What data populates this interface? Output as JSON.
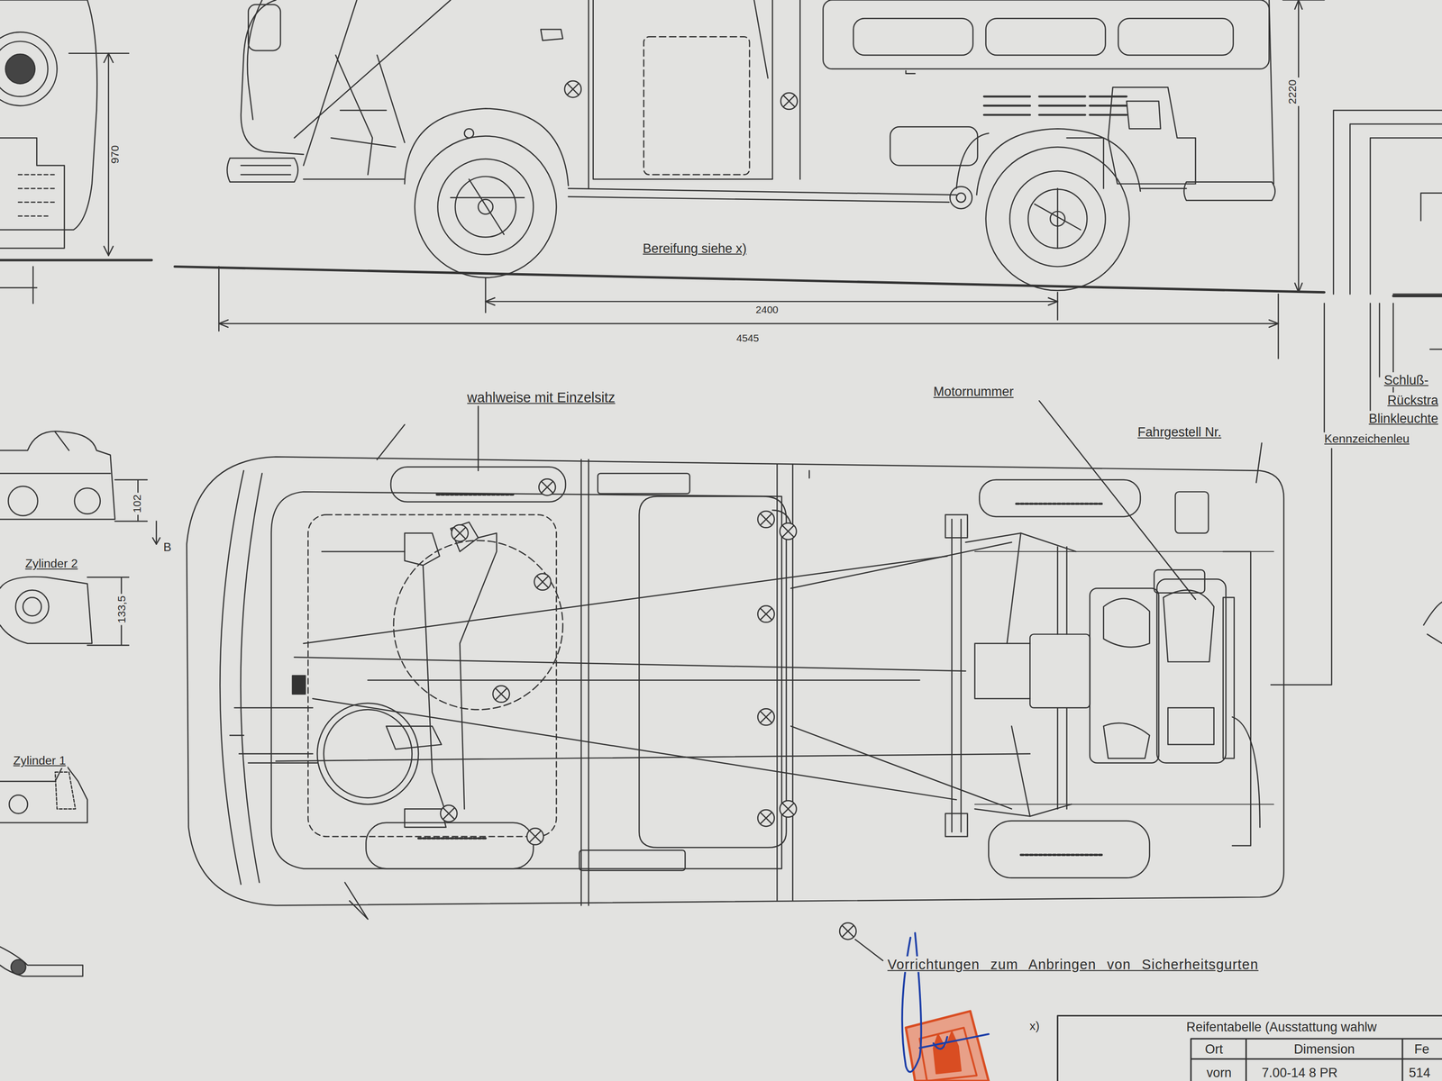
{
  "diagram": {
    "labels": [
      "970",
      "2220",
      "Bereifung siehe x)",
      "2400",
      "4545",
      "wahlweise mit Einzelsitz",
      "Motornummer",
      "Fahrgestell Nr.",
      "Schluß-",
      "Rückstra",
      "Blinkleuchte",
      "Kennzeichenleu",
      "102",
      "B",
      "Zylinder 2",
      "133,5",
      "Zylinder 1",
      "Vorrichtungen zum Anbringen von Sicherheitsgurten",
      "x)",
      "Reifentabelle (Ausstattung wahlw",
      "Ort",
      "Dimension",
      "Fe",
      "vorn",
      "7.00-14 8 PR",
      "514"
    ]
  }
}
